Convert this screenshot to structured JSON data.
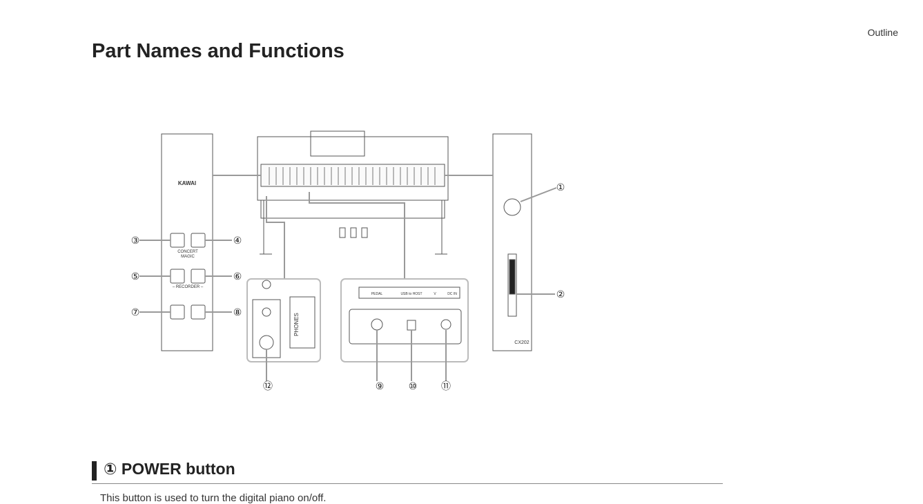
{
  "header": {
    "section": "Outline",
    "title": "Part Names and Functions"
  },
  "diagram": {
    "brand": "KAWAI",
    "model": "CX202",
    "button_labels": {
      "concert_magic": [
        "CONCERT",
        "MAGIC"
      ],
      "recorder": "– RECORDER –",
      "phones": "PHONES"
    },
    "jack_labels": {
      "pedal": "PEDAL",
      "usb": "USB to HOST",
      "dc_in": "DC IN",
      "v": "V"
    },
    "callouts": [
      "①",
      "②",
      "③",
      "④",
      "⑤",
      "⑥",
      "⑦",
      "⑧",
      "⑨",
      "⑩",
      "⑪",
      "⑫"
    ]
  },
  "section": {
    "heading": "① POWER button",
    "body": "This button is used to turn the digital piano on/off."
  }
}
